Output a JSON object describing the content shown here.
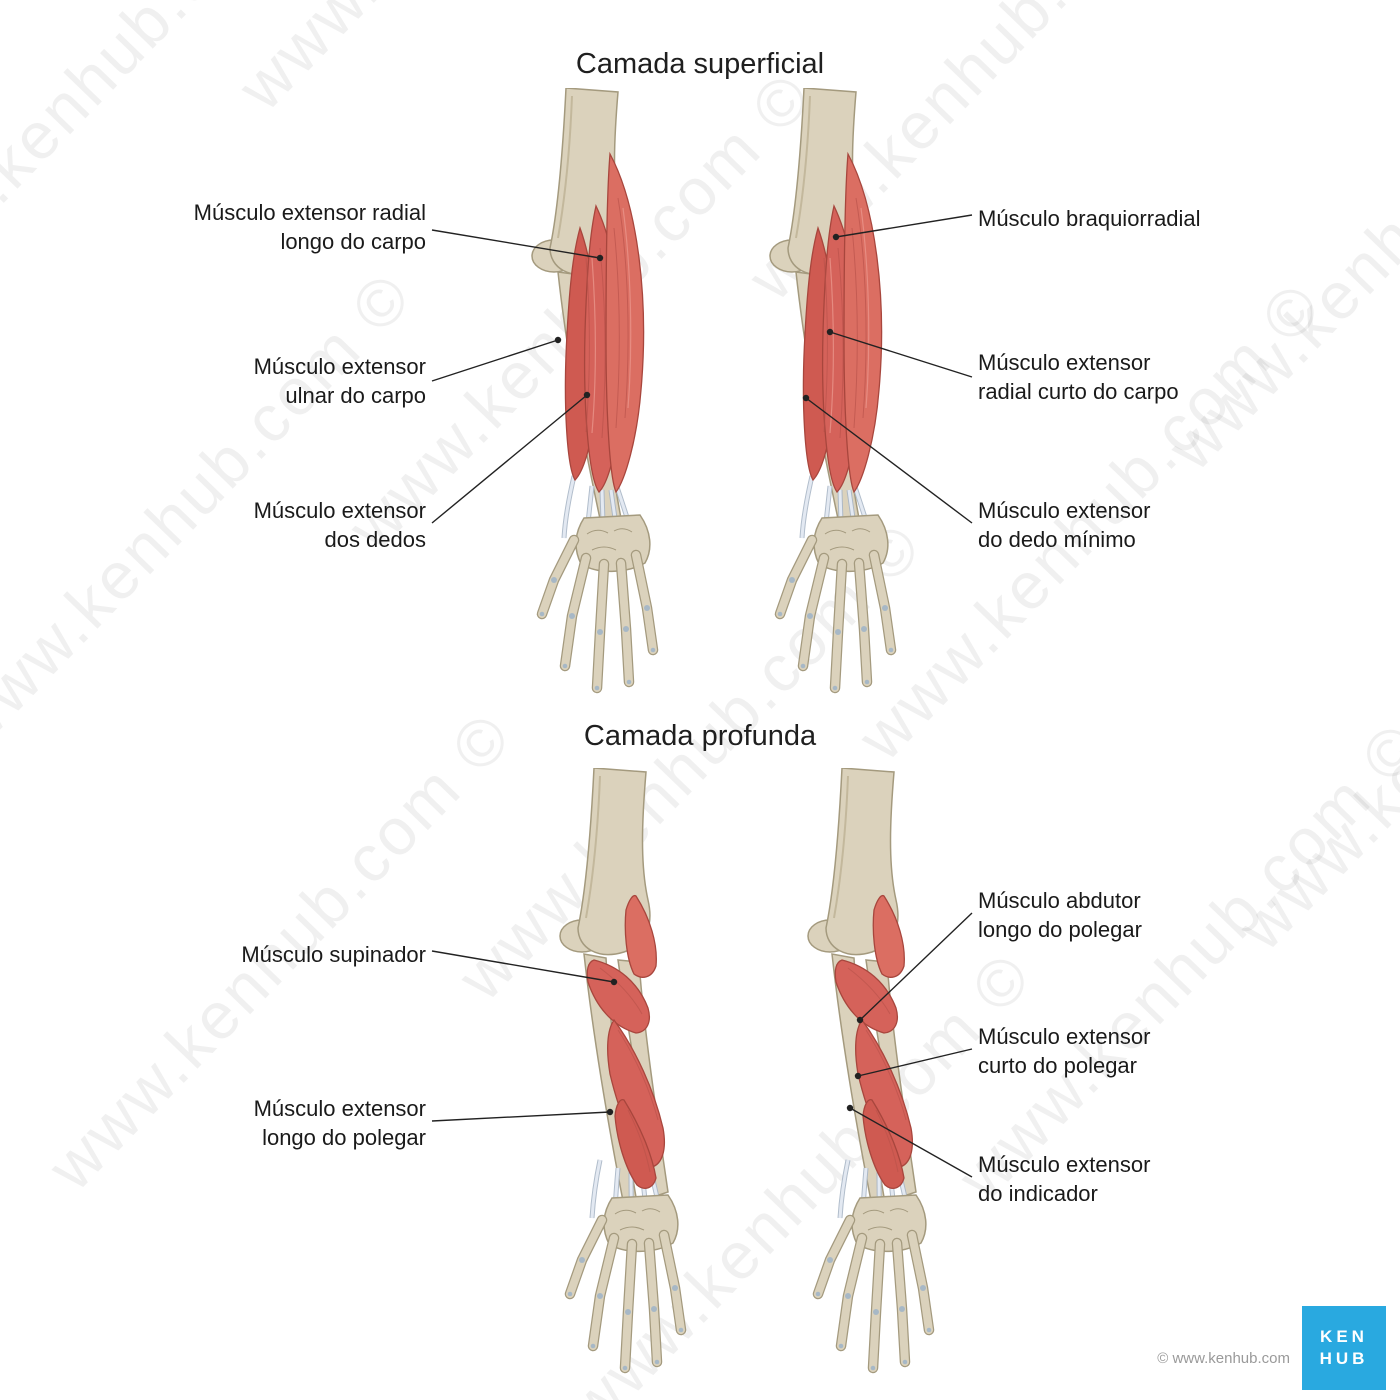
{
  "page": {
    "background": "#ffffff"
  },
  "watermark": {
    "text": "www.kenhub.com ©"
  },
  "sections": [
    {
      "id": "superficial",
      "title": "Camada superficial",
      "labels": [
        {
          "text": "Músculo extensor radial\nlongo do carpo",
          "side": "left"
        },
        {
          "text": "Músculo extensor\nulnar do carpo",
          "side": "left"
        },
        {
          "text": "Músculo extensor\ndos dedos",
          "side": "left"
        },
        {
          "text": "Músculo braquiorradial",
          "side": "right"
        },
        {
          "text": "Músculo extensor\nradial curto do carpo",
          "side": "right"
        },
        {
          "text": "Músculo extensor\ndo dedo mínimo",
          "side": "right"
        }
      ]
    },
    {
      "id": "profunda",
      "title": "Camada profunda",
      "labels": [
        {
          "text": "Músculo supinador",
          "side": "left"
        },
        {
          "text": "Músculo extensor\nlongo do polegar",
          "side": "left"
        },
        {
          "text": "Músculo abdutor\nlongo do polegar",
          "side": "right"
        },
        {
          "text": "Músculo extensor\ncurto do polegar",
          "side": "right"
        },
        {
          "text": "Músculo extensor\ndo indicador",
          "side": "right"
        }
      ]
    }
  ],
  "footer": {
    "copyright": "© www.kenhub.com",
    "logo": {
      "line1": "KEN",
      "line2": "HUB"
    }
  },
  "colors": {
    "bone": "#dbd2bc",
    "bone_outline": "#a49a7e",
    "muscle": "#d5625a",
    "muscle_outline": "#a8463d",
    "tendon": "#e3e9f2",
    "joint_mark": "#9fb4c8",
    "label_text": "#1a1a1a",
    "leader_line": "#222222",
    "kenhub_blue": "#29a9e0",
    "copyright_gray": "#9a9a9a"
  }
}
